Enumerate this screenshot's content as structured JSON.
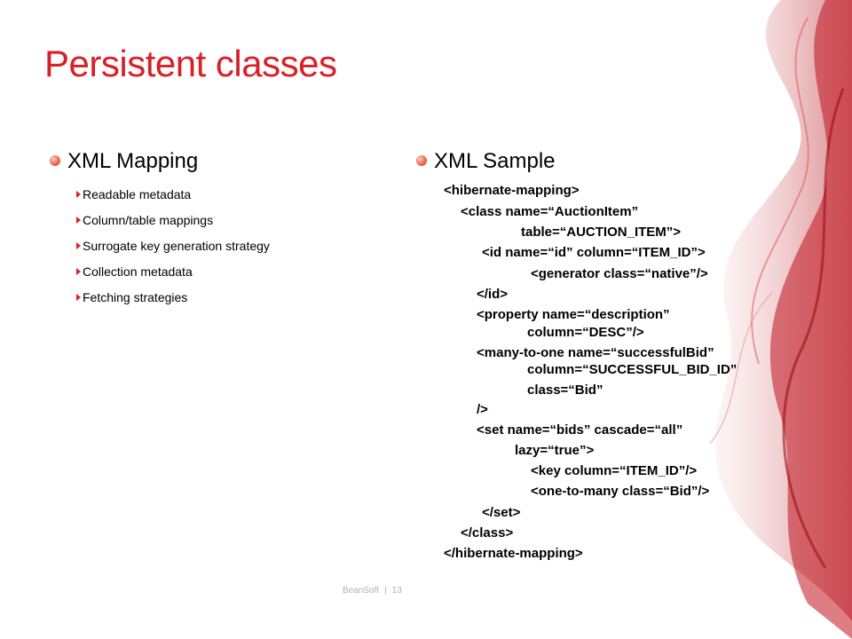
{
  "slide": {
    "title": "Persistent classes",
    "left_heading": "XML Mapping",
    "left_items": [
      "Readable  metadata",
      "Column/table  mappings",
      "Surrogate key generation strategy",
      "Collection metadata",
      "Fetching strategies"
    ],
    "right_heading": "XML Sample",
    "code_lines": [
      "<hibernate-mapping>",
      "<class name=“AuctionItem”",
      "table=“AUCTION_ITEM”>",
      "<id name=“id” column=“ITEM_ID”>",
      "<generator class=“native”/>",
      "</id>",
      "<property name=“description”",
      "column=“DESC”/>",
      "<many-to-one name=“successfulBid”",
      "column=“SUCCESSFUL_BID_ID”",
      "class=“Bid”",
      "/>",
      "<set name=“bids” cascade=“all”",
      "lazy=“true”>",
      "<key column=“ITEM_ID”/>",
      "<one-to-many class=“Bid”/>",
      "</set>",
      "</class>",
      "</hibernate-mapping>"
    ],
    "footer_brand": "BeanSoft",
    "footer_sep": "|",
    "page_number": "13",
    "accent_color": "#d72027"
  }
}
